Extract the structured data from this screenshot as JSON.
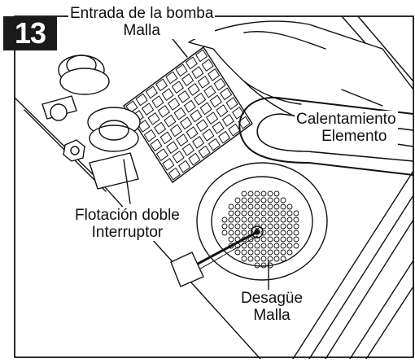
{
  "step": {
    "number": "13"
  },
  "labels": {
    "pump_inlet_screen": {
      "line1": "Entrada de la bomba",
      "line2": "Malla"
    },
    "heating_element": {
      "line1": "Calentamiento",
      "line2": "Elemento"
    },
    "double_float_switch": {
      "line1": "Flotación doble",
      "line2": "Interruptor"
    },
    "drain_screen": {
      "line1": "Desagüe",
      "line2": "Malla"
    }
  },
  "colors": {
    "ink": "#111111",
    "badge": "#1a1a1a",
    "paper": "#ffffff"
  }
}
